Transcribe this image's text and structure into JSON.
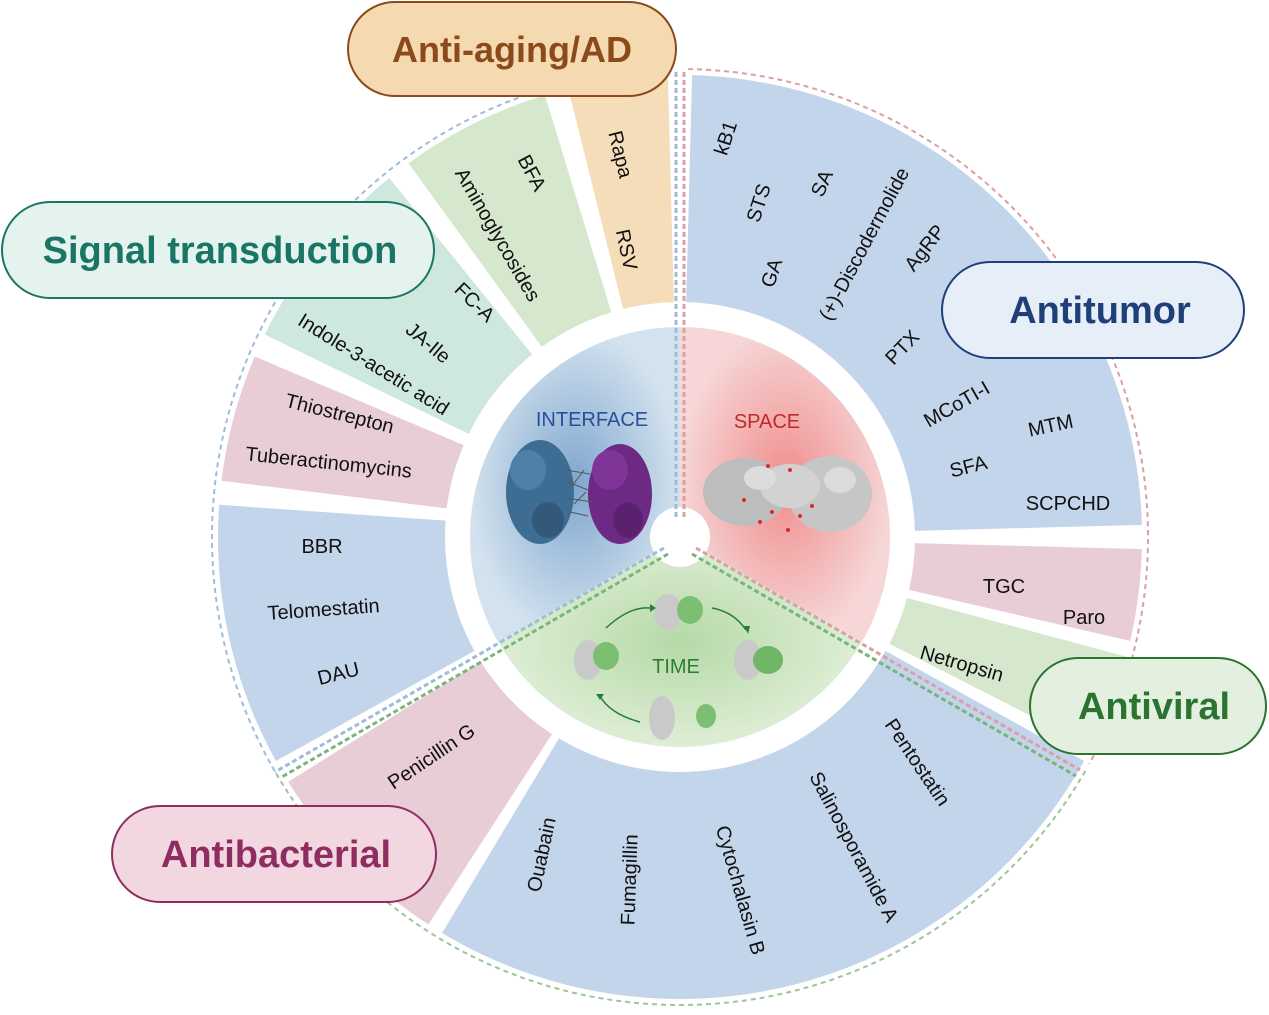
{
  "colors": {
    "antitumor_fill": "#c3d5ea",
    "antitumor_text": "#1e3f78",
    "antitumor_pill": "#e6eef8",
    "antibacterial_fill": "#e8cdd7",
    "antibacterial_text": "#8f2c60",
    "antibacterial_pill": "#f2d7e1",
    "signal_fill": "#cfe8de",
    "signal_text": "#1a7567",
    "signal_pill": "#e4f3ee",
    "green_fill": "#d5e7cd",
    "antiviral_text": "#2a7330",
    "antiviral_pill": "#e4f0df",
    "aging_fill": "#f6ddb9",
    "aging_text": "#8a4a1a",
    "aging_pill": "#f5d9b0",
    "interface_fill": "#d3e2ee",
    "interface_text": "#2a4f9a",
    "space_fill": "#f4d0d0",
    "space_text": "#c0292b",
    "time_fill": "#d9ebcf",
    "time_text": "#2c7d36"
  },
  "core": {
    "interface_label": "INTERFACE",
    "space_label": "SPACE",
    "time_label": "TIME"
  },
  "categories": {
    "anti_aging": "Anti-aging/AD",
    "signal": "Signal transduction",
    "antitumor": "Antitumor",
    "antiviral": "Antiviral",
    "antibacterial": "Antibacterial"
  },
  "sectors": {
    "antitumor_top": [
      "kB1",
      "STS",
      "SA",
      "GA",
      "(+)-Discodermolide",
      "AgRP",
      "PTX",
      "MCoTI-I",
      "MTM",
      "SFA",
      "SCPCHD"
    ],
    "bacterial_right": [
      "TGC",
      "Paro"
    ],
    "viral_right": [
      "Netropsin"
    ],
    "antitumor_bottom": [
      "Pentostatin",
      "Salinosporamide A",
      "Cytochalasin B",
      "Fumagillin",
      "Ouabain"
    ],
    "bacterial_bottom": [
      "Penicillin G"
    ],
    "antitumor_left": [
      "BBR",
      "Telomestatin",
      "DAU"
    ],
    "bacterial_left": [
      "Thiostrepton",
      "Tuberactinomycins"
    ],
    "signal_left": [
      "Indole-3-acetic acid",
      "JA-Ile",
      "FC-A"
    ],
    "green_top": [
      "Aminoglycosides",
      "BFA"
    ],
    "aging_top": [
      "Rapa",
      "RSV"
    ]
  }
}
